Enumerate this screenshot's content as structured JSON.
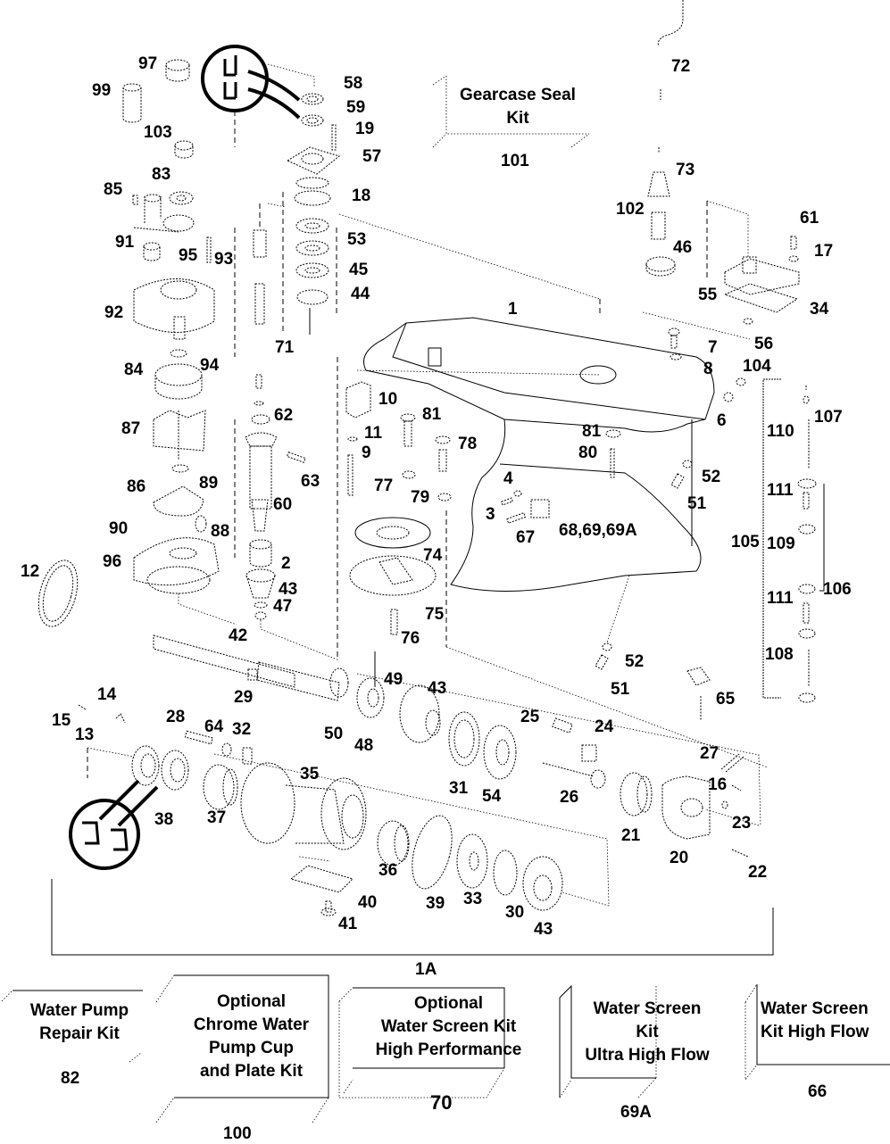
{
  "diagram": {
    "title": "Gearcase exploded parts diagram",
    "kits": {
      "gearcase_seal": {
        "text": "Gearcase Seal\nKit",
        "number": "101"
      },
      "water_pump_repair": {
        "text": "Water Pump\nRepair Kit",
        "number": "82"
      },
      "chrome_pump_cup": {
        "text": "Optional\nChrome Water\nPump Cup\nand Plate Kit",
        "number": "100"
      },
      "water_screen_hp": {
        "text": "Optional\nWater Screen Kit\nHigh Performance",
        "number": "70"
      },
      "water_screen_uhf": {
        "text": "Water Screen\nKit\nUltra High Flow",
        "number": "69A"
      },
      "water_screen_hf": {
        "text": "Water Screen\nKit High Flow",
        "number": "66"
      }
    },
    "assembly_label": "1A",
    "callouts": [
      {
        "id": "c97",
        "text": "97"
      },
      {
        "id": "c99",
        "text": "99"
      },
      {
        "id": "c103",
        "text": "103"
      },
      {
        "id": "c58",
        "text": "58"
      },
      {
        "id": "c59",
        "text": "59"
      },
      {
        "id": "c19",
        "text": "19"
      },
      {
        "id": "c57",
        "text": "57"
      },
      {
        "id": "c18",
        "text": "18"
      },
      {
        "id": "c53",
        "text": "53"
      },
      {
        "id": "c45",
        "text": "45"
      },
      {
        "id": "c44",
        "text": "44"
      },
      {
        "id": "c83",
        "text": "83"
      },
      {
        "id": "c85",
        "text": "85"
      },
      {
        "id": "c91",
        "text": "91"
      },
      {
        "id": "c95",
        "text": "95"
      },
      {
        "id": "c93",
        "text": "93"
      },
      {
        "id": "c92",
        "text": "92"
      },
      {
        "id": "c71",
        "text": "71"
      },
      {
        "id": "c94",
        "text": "94"
      },
      {
        "id": "c84",
        "text": "84"
      },
      {
        "id": "c62",
        "text": "62"
      },
      {
        "id": "c87",
        "text": "87"
      },
      {
        "id": "c63",
        "text": "63"
      },
      {
        "id": "c89",
        "text": "89"
      },
      {
        "id": "c86",
        "text": "86"
      },
      {
        "id": "c60",
        "text": "60"
      },
      {
        "id": "c88",
        "text": "88"
      },
      {
        "id": "c90",
        "text": "90"
      },
      {
        "id": "c96",
        "text": "96"
      },
      {
        "id": "c2",
        "text": "2"
      },
      {
        "id": "c43a",
        "text": "43"
      },
      {
        "id": "c47",
        "text": "47"
      },
      {
        "id": "c42",
        "text": "42"
      },
      {
        "id": "c12",
        "text": "12"
      },
      {
        "id": "c72",
        "text": "72"
      },
      {
        "id": "c73",
        "text": "73"
      },
      {
        "id": "c102",
        "text": "102"
      },
      {
        "id": "c46",
        "text": "46"
      },
      {
        "id": "c61",
        "text": "61"
      },
      {
        "id": "c17",
        "text": "17"
      },
      {
        "id": "c55",
        "text": "55"
      },
      {
        "id": "c34",
        "text": "34"
      },
      {
        "id": "c1",
        "text": "1"
      },
      {
        "id": "c7",
        "text": "7"
      },
      {
        "id": "c56",
        "text": "56"
      },
      {
        "id": "c8",
        "text": "8"
      },
      {
        "id": "c104",
        "text": "104"
      },
      {
        "id": "c6",
        "text": "6"
      },
      {
        "id": "c10",
        "text": "10"
      },
      {
        "id": "c11",
        "text": "11"
      },
      {
        "id": "c81a",
        "text": "81"
      },
      {
        "id": "c78",
        "text": "78"
      },
      {
        "id": "c9",
        "text": "9"
      },
      {
        "id": "c77",
        "text": "77"
      },
      {
        "id": "c79",
        "text": "79"
      },
      {
        "id": "c81b",
        "text": "81"
      },
      {
        "id": "c80",
        "text": "80"
      },
      {
        "id": "c4",
        "text": "4"
      },
      {
        "id": "c3",
        "text": "3"
      },
      {
        "id": "c67",
        "text": "67"
      },
      {
        "id": "c68",
        "text": "68,69,69A"
      },
      {
        "id": "c52a",
        "text": "52"
      },
      {
        "id": "c51a",
        "text": "51"
      },
      {
        "id": "c74",
        "text": "74"
      },
      {
        "id": "c75",
        "text": "75"
      },
      {
        "id": "c76",
        "text": "76"
      },
      {
        "id": "c52b",
        "text": "52"
      },
      {
        "id": "c51b",
        "text": "51"
      },
      {
        "id": "c65",
        "text": "65"
      },
      {
        "id": "c107",
        "text": "107"
      },
      {
        "id": "c110",
        "text": "110"
      },
      {
        "id": "c111a",
        "text": "111"
      },
      {
        "id": "c105",
        "text": "105"
      },
      {
        "id": "c109",
        "text": "109"
      },
      {
        "id": "c106",
        "text": "106"
      },
      {
        "id": "c111b",
        "text": "111"
      },
      {
        "id": "c108",
        "text": "108"
      },
      {
        "id": "c29",
        "text": "29"
      },
      {
        "id": "c49",
        "text": "49"
      },
      {
        "id": "c43b",
        "text": "43"
      },
      {
        "id": "c14",
        "text": "14"
      },
      {
        "id": "c15",
        "text": "15"
      },
      {
        "id": "c13",
        "text": "13"
      },
      {
        "id": "c28",
        "text": "28"
      },
      {
        "id": "c64",
        "text": "64"
      },
      {
        "id": "c32",
        "text": "32"
      },
      {
        "id": "c50",
        "text": "50"
      },
      {
        "id": "c48",
        "text": "48"
      },
      {
        "id": "c25",
        "text": "25"
      },
      {
        "id": "c24",
        "text": "24"
      },
      {
        "id": "c31",
        "text": "31"
      },
      {
        "id": "c54",
        "text": "54"
      },
      {
        "id": "c26",
        "text": "26"
      },
      {
        "id": "c27",
        "text": "27"
      },
      {
        "id": "c16",
        "text": "16"
      },
      {
        "id": "c23",
        "text": "23"
      },
      {
        "id": "c21",
        "text": "21"
      },
      {
        "id": "c20",
        "text": "20"
      },
      {
        "id": "c22",
        "text": "22"
      },
      {
        "id": "c38",
        "text": "38"
      },
      {
        "id": "c37",
        "text": "37"
      },
      {
        "id": "c35",
        "text": "35"
      },
      {
        "id": "c36",
        "text": "36"
      },
      {
        "id": "c39",
        "text": "39"
      },
      {
        "id": "c33",
        "text": "33"
      },
      {
        "id": "c30",
        "text": "30"
      },
      {
        "id": "c43c",
        "text": "43"
      },
      {
        "id": "c40",
        "text": "40"
      },
      {
        "id": "c41",
        "text": "41"
      }
    ]
  }
}
